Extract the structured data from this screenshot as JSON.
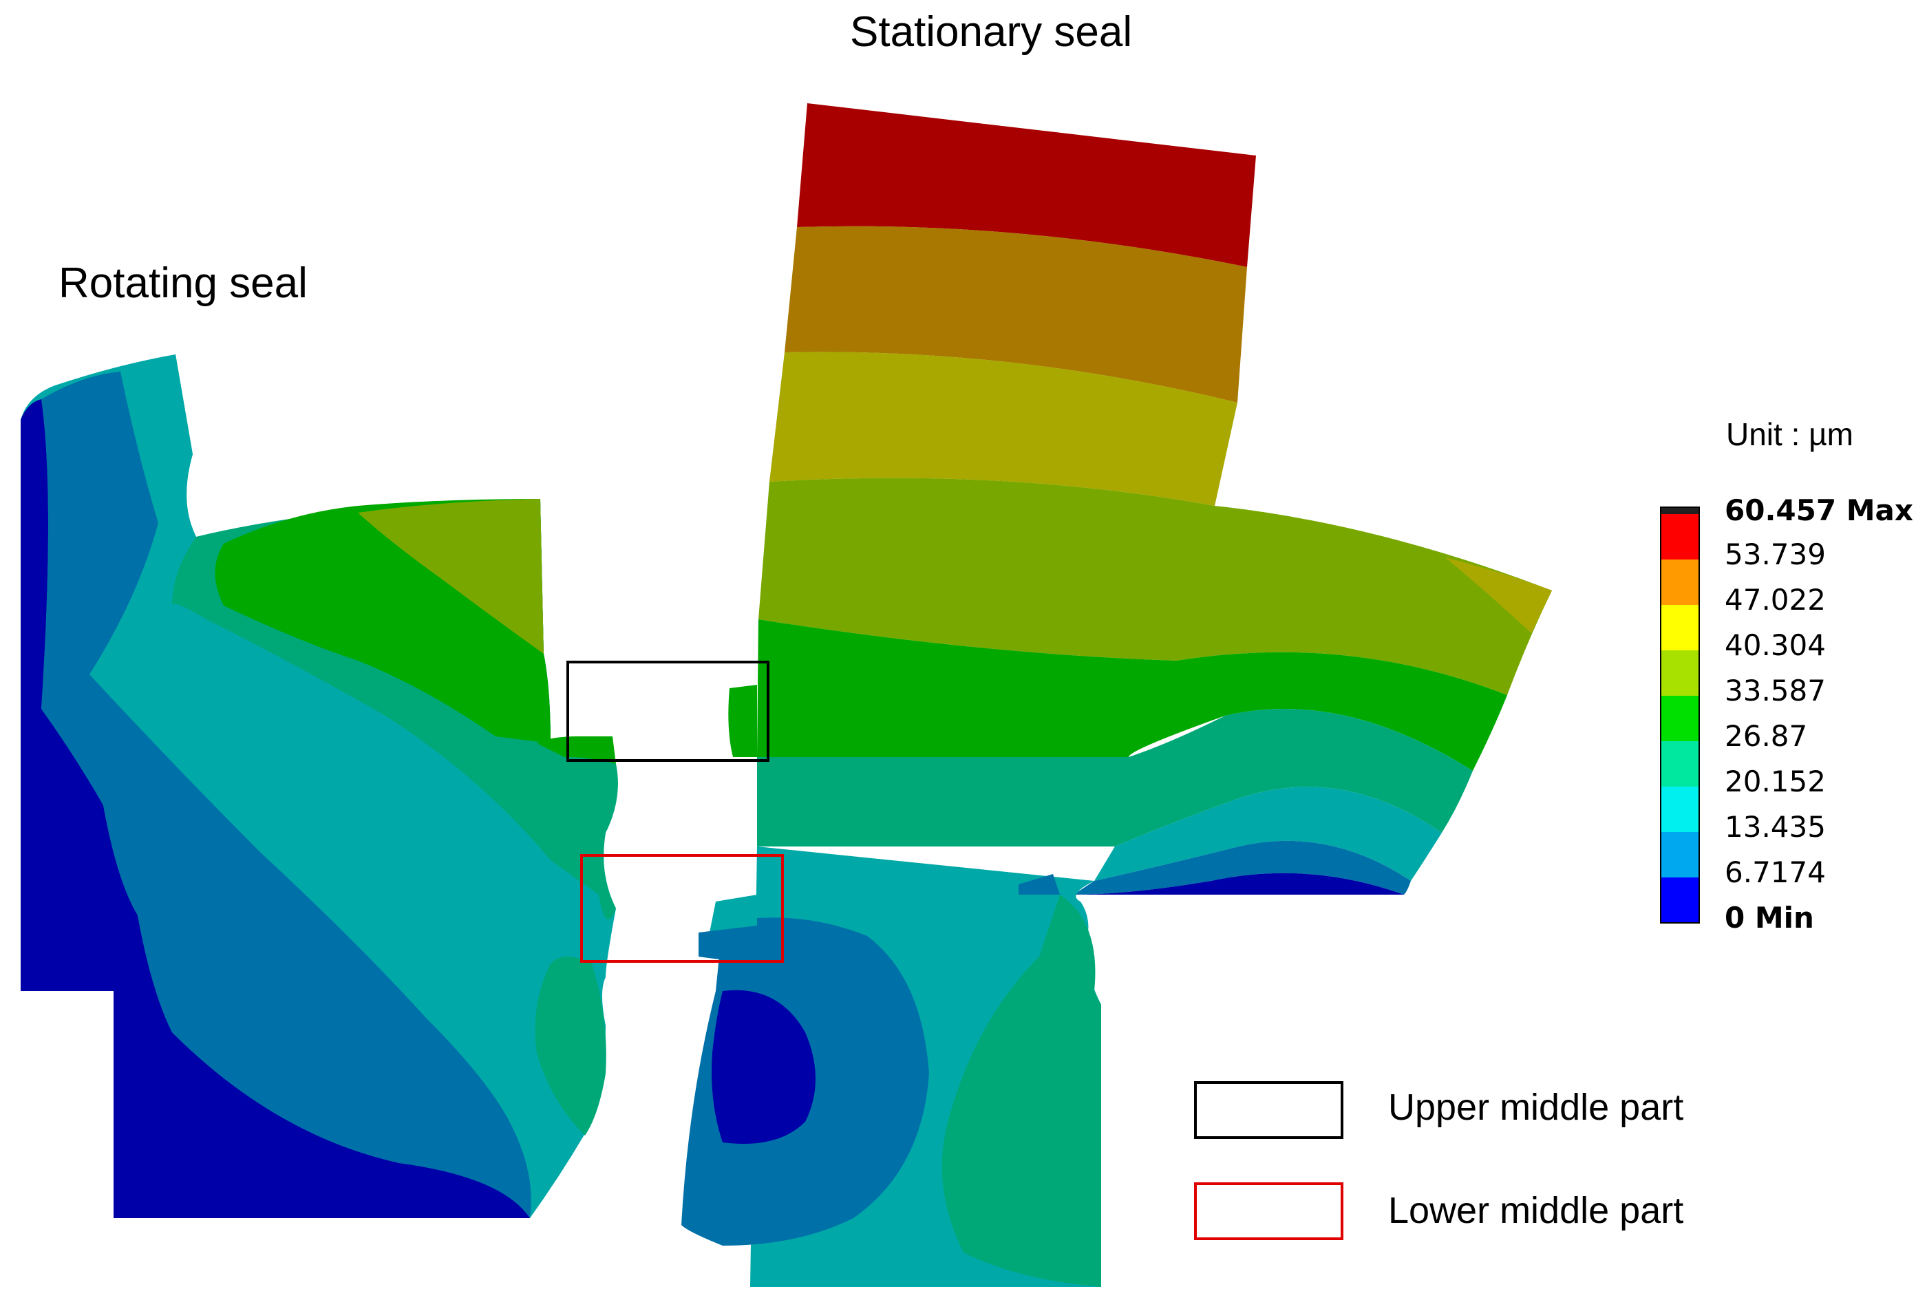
{
  "titles": {
    "stationary": "Stationary seal",
    "rotating": "Rotating seal"
  },
  "colorbar": {
    "unit": "Unit : µm",
    "levels": [
      {
        "value": "60.457 Max",
        "color": "#a80000",
        "bold": true
      },
      {
        "value": "53.739",
        "color": "#ff0000"
      },
      {
        "value": "47.022",
        "color": "#ff8c00"
      },
      {
        "value": "40.304",
        "color": "#ffff00"
      },
      {
        "value": "33.587",
        "color": "#9acd32"
      },
      {
        "value": "26.87",
        "color": "#00c800"
      },
      {
        "value": "20.152",
        "color": "#00d898"
      },
      {
        "value": "13.435",
        "color": "#00e8e0"
      },
      {
        "value": "6.7174",
        "color": "#00a0e0"
      },
      {
        "value": "0 Min",
        "color": "#0000ff",
        "bold": true
      }
    ]
  },
  "legend": {
    "items": [
      {
        "label": "Upper middle part",
        "color": "#000000"
      },
      {
        "label": "Lower middle part",
        "color": "#e00000"
      }
    ]
  },
  "contour_colors": {
    "band0": "#0000a8",
    "band1": "#0070a8",
    "band2": "#00a8a8",
    "band3": "#00a878",
    "band4": "#00a800",
    "band5": "#78a800",
    "band6": "#a8a800",
    "band7": "#a87800",
    "band8": "#a80000"
  }
}
